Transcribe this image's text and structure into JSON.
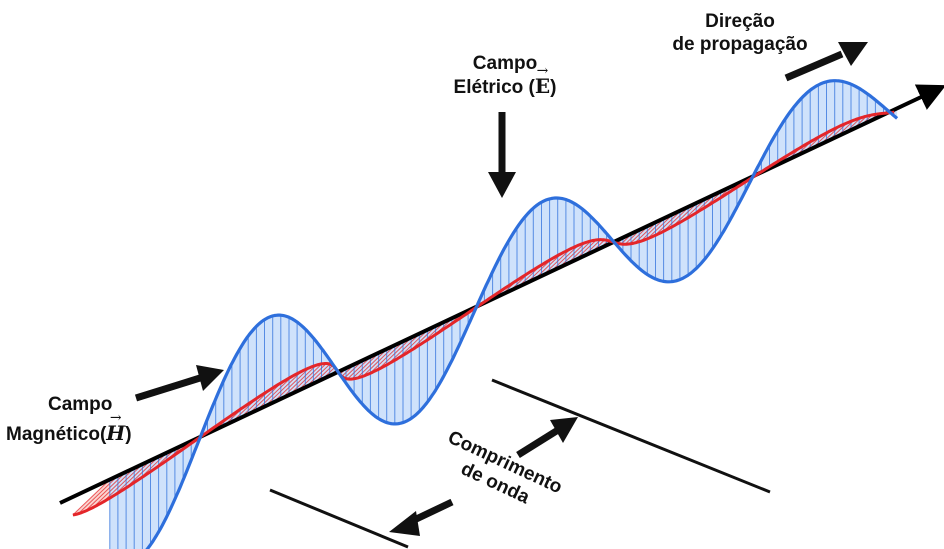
{
  "labels": {
    "direction": {
      "line1": "Direção",
      "line2": "de propagação"
    },
    "electric": {
      "line1": "Campo",
      "line2_text": "Elétrico",
      "symbol": "E"
    },
    "magnetic": {
      "line1": "Campo",
      "line2_text": "Magnético",
      "symbol": "H"
    },
    "wavelength": {
      "line1": "Comprimento",
      "line2": "de onda"
    }
  },
  "colors": {
    "electric_wave": "#2e6fdc",
    "electric_fill": "#cfe2fb",
    "magnetic_wave": "#e4262a",
    "magnetic_fill": "#fbd6d2",
    "axis": "#000000"
  }
}
